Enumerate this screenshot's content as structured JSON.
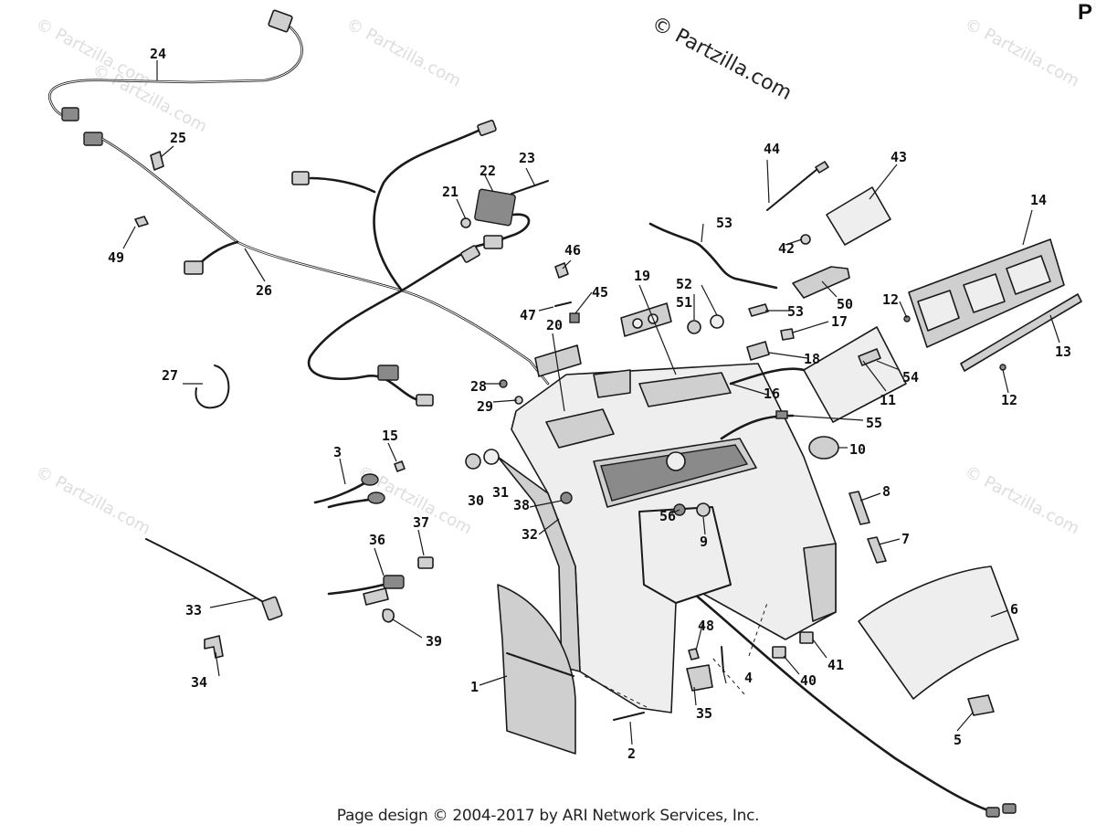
{
  "watermark": {
    "main": "© Partzilla.com",
    "repeat": "© Partzilla.com"
  },
  "page_letter": "P",
  "footer": "Page design © 2004-2017 by ARI Network Services, Inc.",
  "callouts": [
    "1",
    "2",
    "3",
    "4",
    "5",
    "6",
    "7",
    "8",
    "9",
    "10",
    "11",
    "12",
    "12",
    "13",
    "14",
    "15",
    "16",
    "17",
    "18",
    "19",
    "20",
    "21",
    "22",
    "23",
    "24",
    "25",
    "26",
    "27",
    "28",
    "29",
    "30",
    "31",
    "32",
    "33",
    "34",
    "35",
    "36",
    "37",
    "38",
    "39",
    "40",
    "41",
    "42",
    "43",
    "44",
    "45",
    "46",
    "47",
    "48",
    "49",
    "50",
    "51",
    "52",
    "53",
    "53",
    "54",
    "55",
    "56"
  ]
}
